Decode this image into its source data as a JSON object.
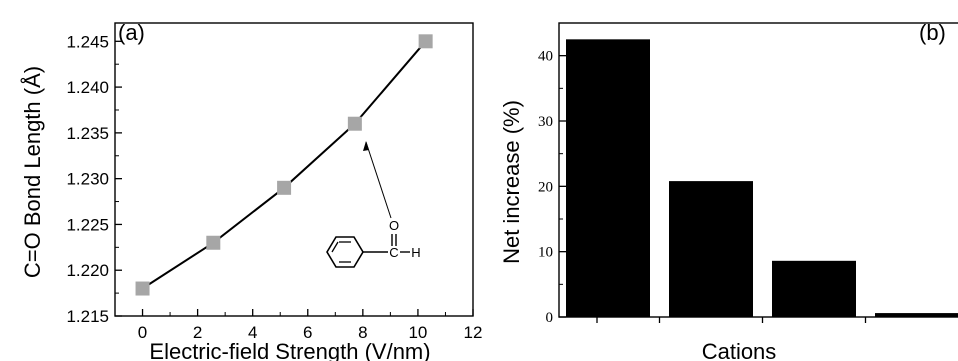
{
  "chart_data": [
    {
      "type": "line",
      "panel_label": "(a)",
      "xlabel": "Electric-field Strength (V/nm)",
      "ylabel": "C=O Bond Length (Å)",
      "xlim": [
        -1,
        12
      ],
      "ylim": [
        1.215,
        1.247
      ],
      "x_ticks": [
        "0",
        "2",
        "4",
        "6",
        "8",
        "10",
        "12"
      ],
      "y_ticks": [
        "1.215",
        "1.220",
        "1.225",
        "1.230",
        "1.235",
        "1.240",
        "1.245"
      ],
      "series": [
        {
          "x": [
            0,
            2.57,
            5.14,
            7.71,
            10.28
          ],
          "y": [
            1.218,
            1.223,
            1.229,
            1.236,
            1.245
          ],
          "marker": "square",
          "marker_color": "#a6a6a6",
          "line_color": "#000000"
        }
      ],
      "annotation": {
        "target_index": 3,
        "molecule": "benzaldehyde",
        "atom_O": "O",
        "atom_C": "C",
        "atom_H": "H"
      },
      "grid": false
    },
    {
      "type": "bar",
      "panel_label": "(b)",
      "xlabel": "Cations",
      "ylabel": "Net increase (%)",
      "ylim": [
        0,
        45
      ],
      "y_ticks": [
        "0",
        "10",
        "20",
        "30",
        "40"
      ],
      "categories": [
        "",
        "",
        "",
        ""
      ],
      "values": [
        42.5,
        20.8,
        8.6,
        0.6
      ],
      "bar_color": "#000000",
      "grid": false
    }
  ]
}
